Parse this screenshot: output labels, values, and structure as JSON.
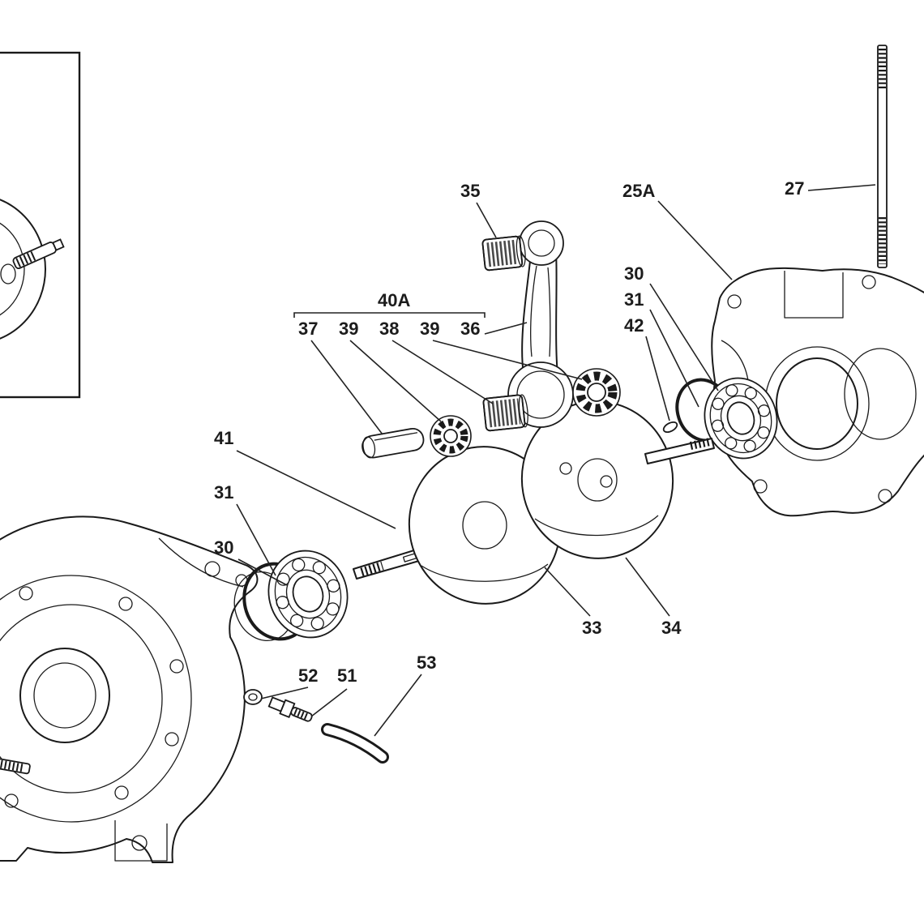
{
  "diagram": {
    "labels": {
      "l35": "35",
      "l25A": "25A",
      "l27": "27",
      "l40A": "40A",
      "l37": "37",
      "l39a": "39",
      "l38": "38",
      "l39b": "39",
      "l36": "36",
      "l30r": "30",
      "l31r": "31",
      "l42": "42",
      "l41": "41",
      "l31l": "31",
      "l30l": "30",
      "l33": "33",
      "l34": "34",
      "l52": "52",
      "l51": "51",
      "l53": "53"
    }
  }
}
